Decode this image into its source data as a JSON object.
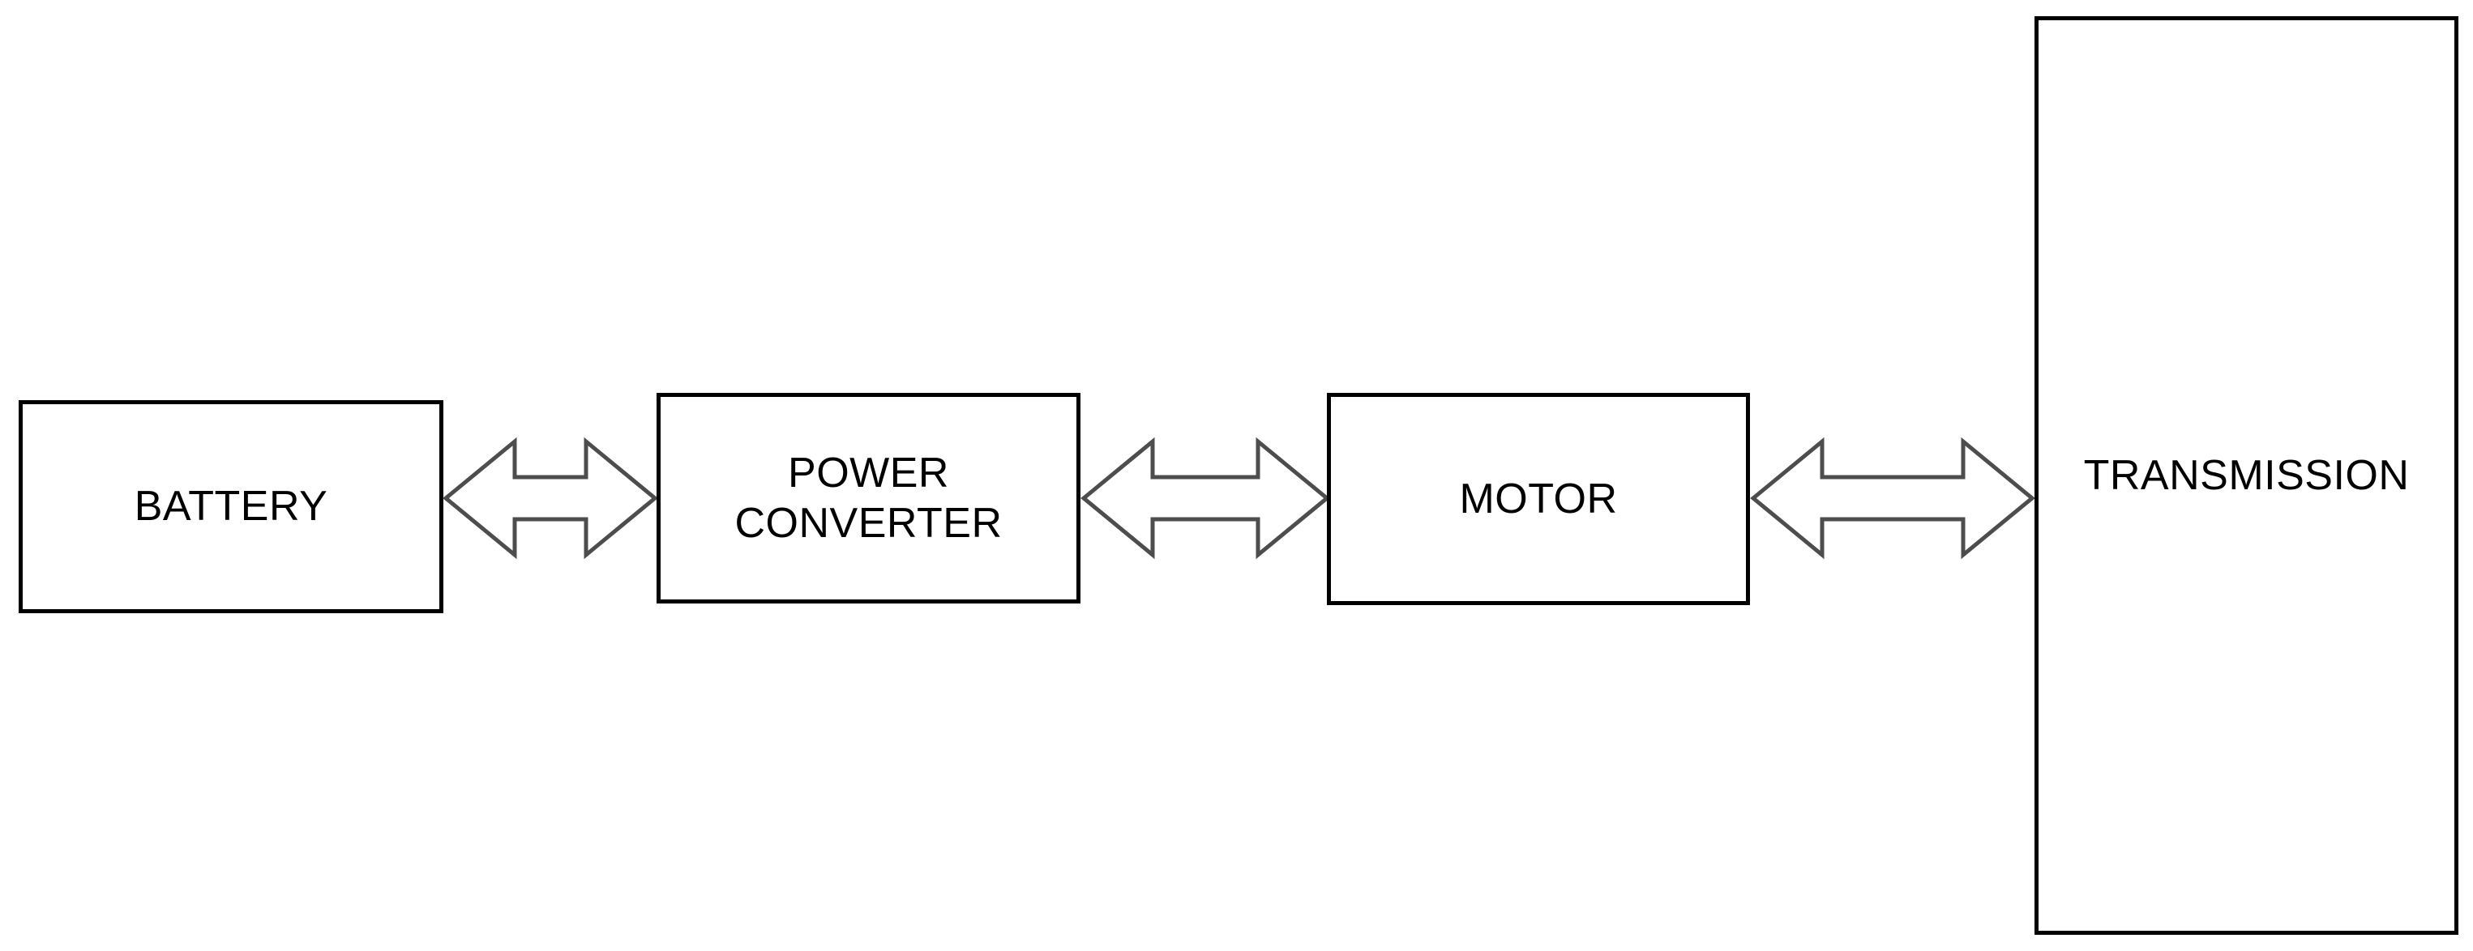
{
  "diagram": {
    "type": "block-diagram",
    "background_color": "#ffffff",
    "box_border_color": "#000000",
    "box_fill_color": "#ffffff",
    "arrow_outline_color": "#4d4d4d",
    "arrow_fill_color": "#ffffff",
    "text_color": "#000000",
    "nodes": [
      {
        "id": "battery",
        "label": "BATTERY"
      },
      {
        "id": "power-converter",
        "label": "POWER\nCONVERTER"
      },
      {
        "id": "motor",
        "label": "MOTOR"
      },
      {
        "id": "transmission",
        "label": "TRANSMISSION"
      }
    ],
    "edges": [
      {
        "from": "BATTERY",
        "to": "POWER CONVERTER",
        "direction": "bidirectional"
      },
      {
        "from": "POWER CONVERTER",
        "to": "MOTOR",
        "direction": "bidirectional"
      },
      {
        "from": "MOTOR",
        "to": "TRANSMISSION",
        "direction": "bidirectional"
      }
    ]
  }
}
